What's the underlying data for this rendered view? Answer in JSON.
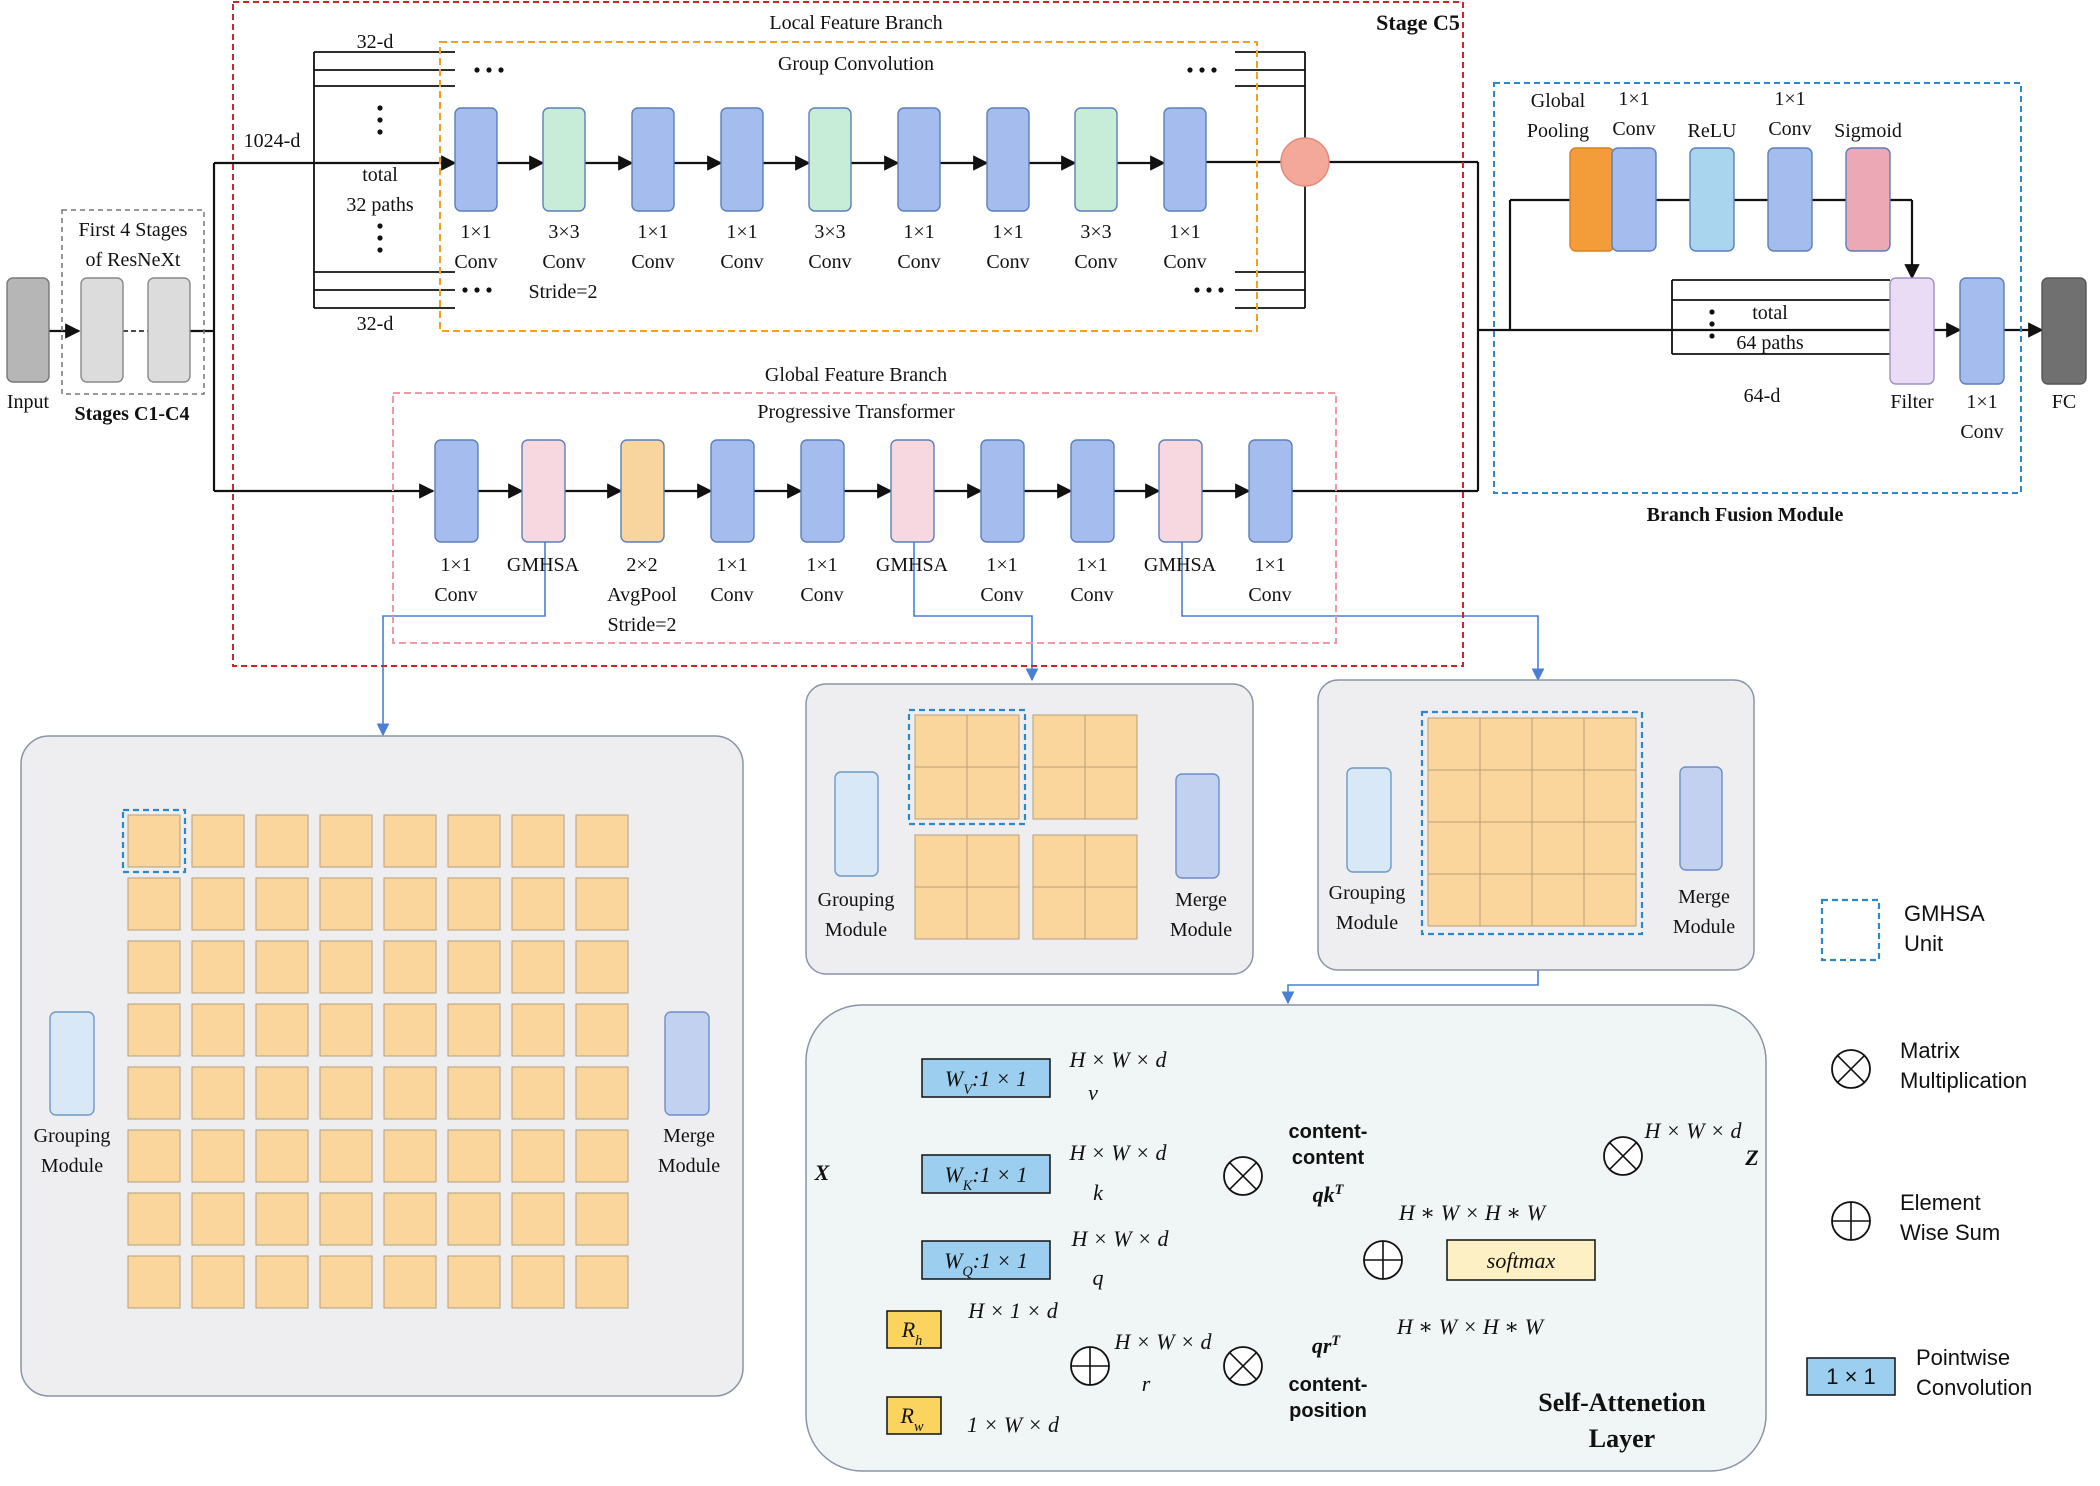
{
  "colors": {
    "conv": "#a4bdee",
    "conv3": "#c7ecd8",
    "gmhsa": "#f7d8e0",
    "pool": "#f8d49e",
    "relu": "#a9d6ee",
    "sigmoid": "#eca8b4",
    "globalpool": "#f39c3a",
    "filter": "#ebdcf5",
    "fc": "#707070",
    "input": "#b6b6b6",
    "cell": "#fad59c",
    "panel": "#eeeef0",
    "selfatt": "#f0f6f5",
    "red": "#d2232a",
    "orange": "#f4a01c",
    "pink": "#f09aa6",
    "dashblue": "#2c88c9",
    "arrow": "#4a7fd4",
    "wbox": "#9ccfef",
    "rbox": "#fad45e",
    "softmax": "#fdf0c4"
  },
  "top": {
    "input": "Input",
    "first4": [
      "First 4 Stages",
      "of  ResNeXt"
    ],
    "stages_c1c4": "Stages C1-C4",
    "stage_c5": "Stage C5",
    "dim1024": "1024-d",
    "local_branch": "Local Feature Branch",
    "group_conv": "Group Convolution",
    "d32_top": "32-d",
    "d32_bottom": "32-d",
    "total_paths": [
      "total",
      "32 paths"
    ],
    "local_layers": [
      [
        "1×1",
        "Conv"
      ],
      [
        "3×3",
        "Conv"
      ],
      [
        "1×1",
        "Conv"
      ],
      [
        "1×1",
        "Conv"
      ],
      [
        "3×3",
        "Conv"
      ],
      [
        "1×1",
        "Conv"
      ],
      [
        "1×1",
        "Conv"
      ],
      [
        "3×3",
        "Conv"
      ],
      [
        "1×1",
        "Conv"
      ]
    ],
    "stride": "Stride=2",
    "global_branch": "Global Feature Branch",
    "prog_transformer": "Progressive Transformer",
    "global_layers": [
      [
        "1×1",
        "Conv"
      ],
      [
        "GMHSA"
      ],
      [
        "2×2",
        "AvgPool",
        "Stride=2"
      ],
      [
        "1×1",
        "Conv"
      ],
      [
        "1×1",
        "Conv"
      ],
      [
        "GMHSA"
      ],
      [
        "1×1",
        "Conv"
      ],
      [
        "1×1",
        "Conv"
      ],
      [
        "GMHSA"
      ],
      [
        "1×1",
        "Conv"
      ]
    ]
  },
  "fusion": {
    "title": "Branch Fusion Module",
    "labels": [
      [
        "Global",
        "Pooling"
      ],
      [
        "1×1",
        "Conv"
      ],
      [
        "ReLU"
      ],
      [
        "1×1",
        "Conv"
      ],
      [
        "Sigmoid"
      ]
    ],
    "total_paths": [
      "total",
      "64 paths"
    ],
    "d64": "64-d",
    "filter": "Filter",
    "conv_after": [
      "1×1",
      "Conv"
    ],
    "fc": "FC"
  },
  "modules": {
    "grouping": [
      "Grouping",
      "Module"
    ],
    "merge": [
      "Merge",
      "Module"
    ]
  },
  "self_attention": {
    "title": [
      "Self-Attenetion",
      "Layer"
    ],
    "x": "X",
    "z": "Z",
    "wv": "W",
    "wv_sub": "V",
    "wk": "W",
    "wk_sub": "K",
    "wq": "W",
    "wq_sub": "Q",
    "conv11": ":1 × 1",
    "dim_hwd": "H × W × d",
    "v": "v",
    "k": "k",
    "q": "q",
    "r": "r",
    "rh": "R",
    "rh_sub": "h",
    "rw": "R",
    "rw_sub": "w",
    "dim_h1d": "H × 1 × d",
    "dim_1wd": "1 × W × d",
    "dim_hwhw": "H ∗ W × H ∗ W",
    "cc": [
      "content-",
      "content"
    ],
    "qkt": "qk",
    "qrt": "qr",
    "sup_t": "T",
    "cp": [
      "content-",
      "position"
    ],
    "softmax": "softmax"
  },
  "legend": {
    "gmhsa": [
      "GMHSA",
      "Unit"
    ],
    "matmul": [
      "Matrix",
      "Multiplication"
    ],
    "elemsum": [
      "Element",
      "Wise Sum"
    ],
    "pointwise": [
      "Pointwise",
      "Convolution"
    ],
    "pointwise_box": "1 × 1"
  }
}
